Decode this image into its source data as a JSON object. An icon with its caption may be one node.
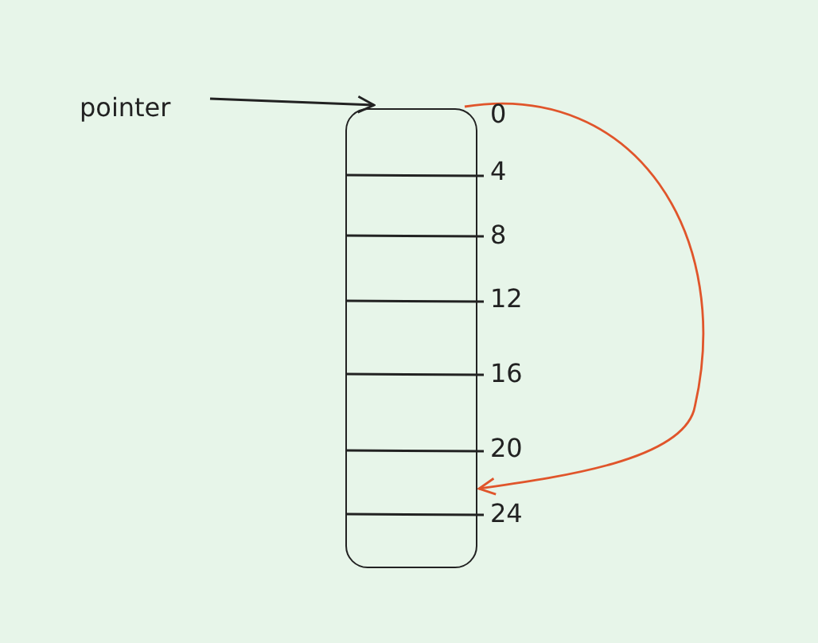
{
  "diagram": {
    "nodes": [
      {
        "text": [
          "pointer"
        ]
      },
      {
        "text": [],
        "shape": "box"
      }
    ],
    "edges": [
      {
        "from": 0,
        "to": 1,
        "arrow": "to"
      },
      {
        "from": 1,
        "to": 1,
        "arrow": "to",
        "color": "#e0552b"
      }
    ],
    "labels": [
      "0",
      "4",
      "8",
      "12",
      "16",
      "20",
      "24"
    ]
  }
}
